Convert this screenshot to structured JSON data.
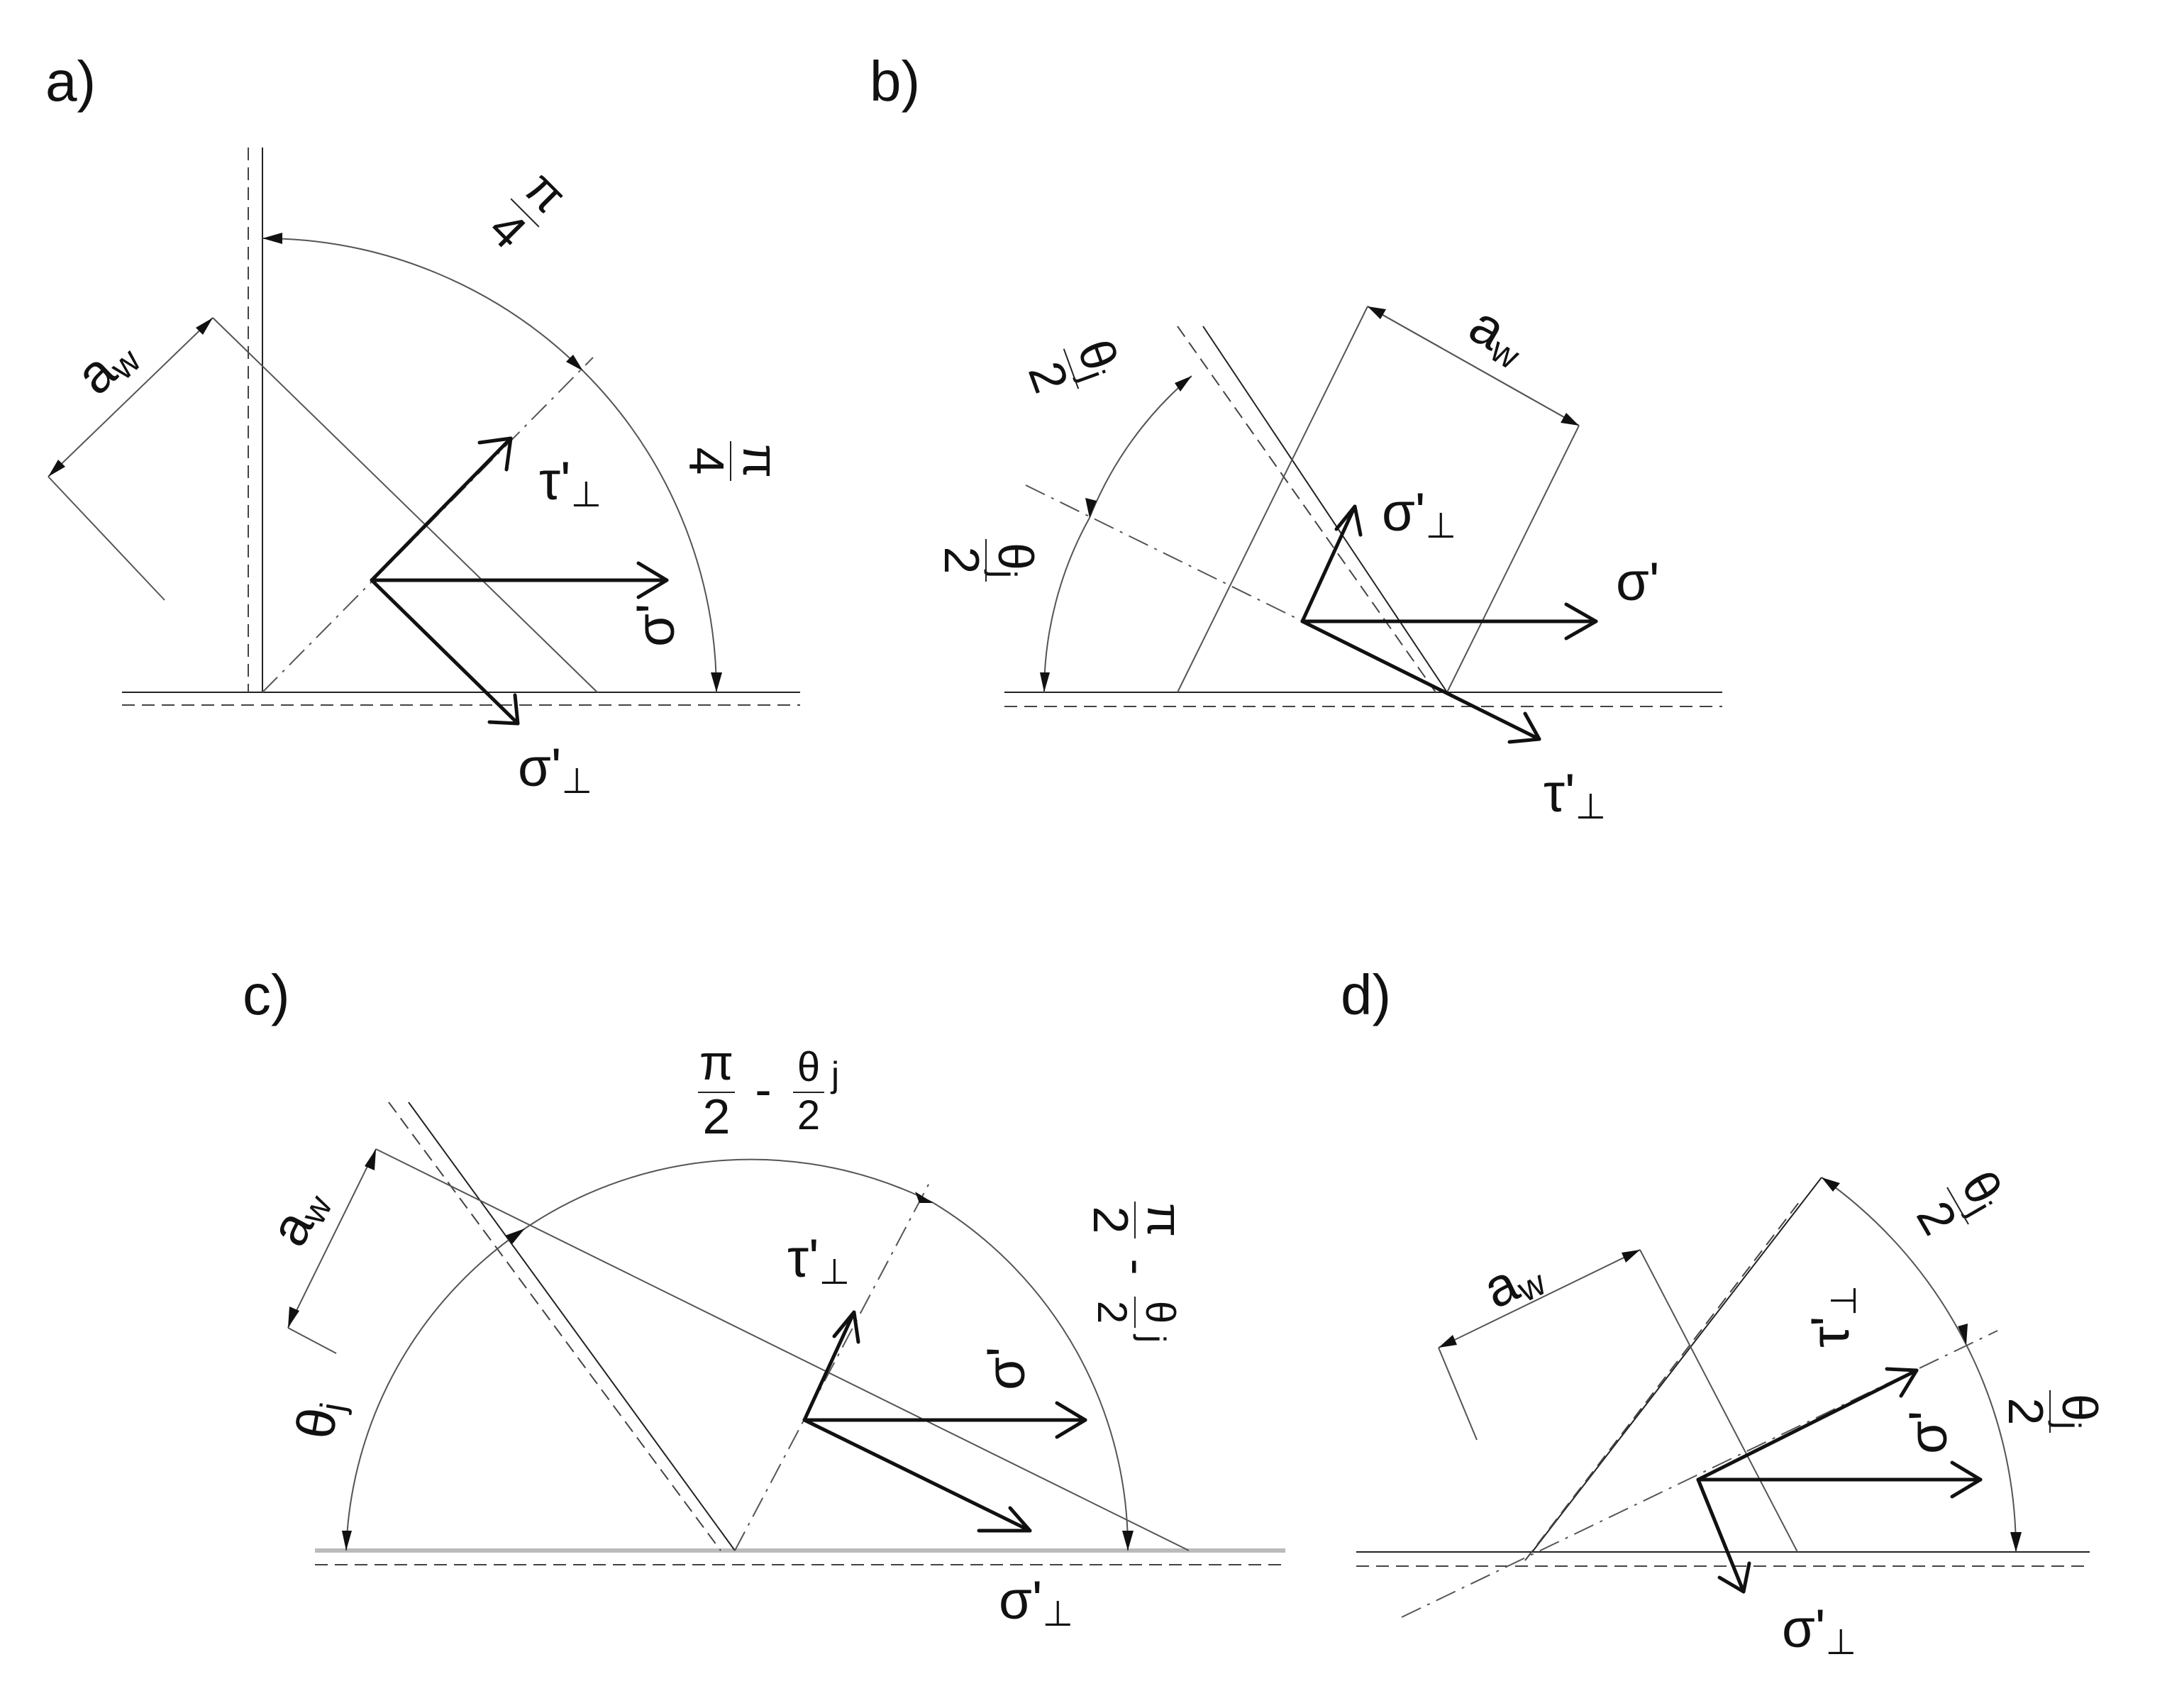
{
  "panels": {
    "a": {
      "label": "a)",
      "aw": "a",
      "aw_sub": "w",
      "angle_top": {
        "num": "π",
        "den": "4"
      },
      "angle_bottom": {
        "num": "π",
        "den": "4"
      },
      "tau": "τ'",
      "sigma": "σ'",
      "sigma_perp": "σ'",
      "perp": "⊥"
    },
    "b": {
      "label": "b)",
      "aw": "a",
      "aw_sub": "w",
      "angle_top": {
        "num": "θ",
        "sub": "j",
        "den": "2"
      },
      "angle_bottom": {
        "num": "θ",
        "sub": "j",
        "den": "2"
      },
      "tau": "τ'",
      "sigma": "σ'",
      "sigma_perp": "σ'",
      "perp": "⊥"
    },
    "c": {
      "label": "c)",
      "aw": "a",
      "aw_sub": "w",
      "angle_left": {
        "sym": "θ",
        "sub": "j"
      },
      "angle_top": {
        "num1": "π",
        "den1": "2",
        "minus": "-",
        "num2": "θ",
        "den2": "2",
        "sub": "j"
      },
      "angle_right": {
        "num1": "π",
        "den1": "2",
        "minus": "-",
        "num2": "θ",
        "den2": "2",
        "sub": "j"
      },
      "tau": "τ'",
      "sigma": "σ'",
      "sigma_perp": "σ'",
      "perp": "⊥"
    },
    "d": {
      "label": "d)",
      "aw": "a",
      "aw_sub": "w",
      "angle_top": {
        "num": "θ",
        "sub": "j",
        "den": "2"
      },
      "angle_bottom": {
        "num": "θ",
        "sub": "j",
        "den": "2"
      },
      "tau": "τ'",
      "sigma": "σ'",
      "sigma_perp": "σ'",
      "perp": "⊥"
    }
  }
}
